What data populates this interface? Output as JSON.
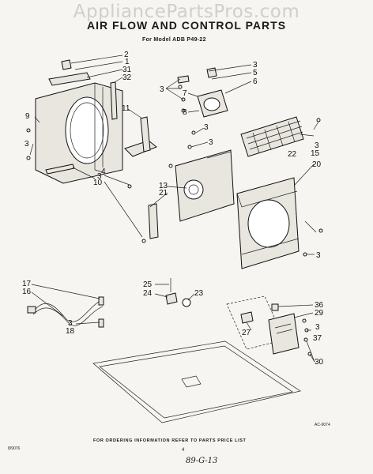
{
  "watermark": "AppliancePartsPros.com",
  "title": "AIR FLOW AND CONTROL PARTS",
  "model": "For Model ADB P49-22",
  "footer": "FOR ORDERING INFORMATION REFER TO PARTS PRICE LIST",
  "page_number": "4",
  "code_left": "8/9076",
  "figure_code": "AC-9074",
  "handwritten": "89-G-13",
  "callouts": [
    {
      "id": "c2",
      "text": "2"
    },
    {
      "id": "c1",
      "text": "1"
    },
    {
      "id": "c31",
      "text": "31"
    },
    {
      "id": "c32",
      "text": "32"
    },
    {
      "id": "c9",
      "text": "9"
    },
    {
      "id": "c3a",
      "text": "3"
    },
    {
      "id": "c11",
      "text": "11"
    },
    {
      "id": "c4",
      "text": "4"
    },
    {
      "id": "c3b",
      "text": "3"
    },
    {
      "id": "c10",
      "text": "10"
    },
    {
      "id": "c3c",
      "text": "3"
    },
    {
      "id": "c5",
      "text": "5"
    },
    {
      "id": "c6",
      "text": "6"
    },
    {
      "id": "c3d",
      "text": "3"
    },
    {
      "id": "c7",
      "text": "7"
    },
    {
      "id": "c8",
      "text": "8"
    },
    {
      "id": "c3e",
      "text": "3"
    },
    {
      "id": "c3f",
      "text": "3"
    },
    {
      "id": "c13",
      "text": "13"
    },
    {
      "id": "c21",
      "text": "21"
    },
    {
      "id": "c22",
      "text": "22"
    },
    {
      "id": "c3g",
      "text": "3"
    },
    {
      "id": "c15",
      "text": "15"
    },
    {
      "id": "c20",
      "text": "20"
    },
    {
      "id": "c3h",
      "text": "3"
    },
    {
      "id": "c17",
      "text": "17"
    },
    {
      "id": "c16",
      "text": "16"
    },
    {
      "id": "c3i",
      "text": "3"
    },
    {
      "id": "c18",
      "text": "18"
    },
    {
      "id": "c25",
      "text": "25"
    },
    {
      "id": "c24",
      "text": "24"
    },
    {
      "id": "c23",
      "text": "23"
    },
    {
      "id": "c36",
      "text": "36"
    },
    {
      "id": "c29",
      "text": "29"
    },
    {
      "id": "c3j",
      "text": "3"
    },
    {
      "id": "c37",
      "text": "37"
    },
    {
      "id": "c27",
      "text": "27"
    },
    {
      "id": "c30",
      "text": "30"
    }
  ]
}
